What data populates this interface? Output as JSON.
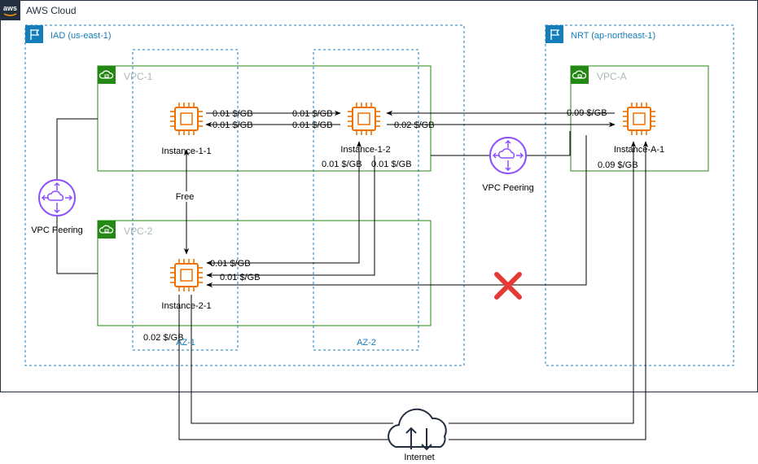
{
  "cloud": {
    "title": "AWS Cloud",
    "logo": "aws"
  },
  "regions": {
    "iad": {
      "label": "IAD (us-east-1)"
    },
    "nrt": {
      "label": "NRT (ap-northeast-1)"
    }
  },
  "azs": {
    "az1": "AZ-1",
    "az2": "AZ-2"
  },
  "vpcs": {
    "vpc1": "VPC-1",
    "vpc2": "VPC-2",
    "vpca": "VPC-A"
  },
  "instances": {
    "i11": "Instance-1-1",
    "i12": "Instance-1-2",
    "i21": "Instance-2-1",
    "ia1": "Instance-A-1"
  },
  "peering": {
    "left": "VPC Peering",
    "middle": "VPC Peering"
  },
  "internet": {
    "label": "Internet"
  },
  "costs": {
    "i11_to_i12": "0.01 $/GB",
    "i11_from_i12": "0.01 $/GB",
    "i12_to_i11": "0.01 $/GB",
    "i12_from_i11": "0.01 $/GB",
    "i12_to_ia1": "0.02 $/GB",
    "ia1_to_i12": "0.09 $/GB",
    "ia1_internet": "0.09 $/GB",
    "i12_down_a": "0.01 $/GB",
    "i12_down_b": "0.01 $/GB",
    "i21_from_i12_a": "0.01 $/GB",
    "i21_from_i12_b": "0.01 $/GB",
    "i11_i21": "Free",
    "i21_internet": "0.02 $/GB"
  },
  "colors": {
    "region_border": "#147EBA",
    "vpc_border": "#248814",
    "az_border": "#147EBA",
    "instance": "#ED7100",
    "peering": "#8C4FFF",
    "blocked": "#E53935",
    "internet": "#232F3E"
  }
}
